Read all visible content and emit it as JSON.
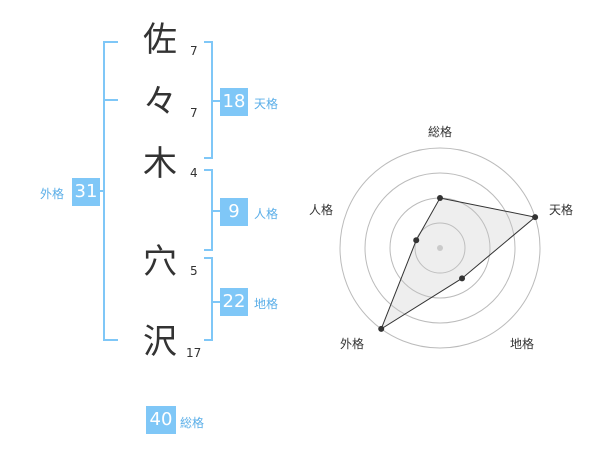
{
  "name": {
    "chars": [
      {
        "char": "佐",
        "strokes": "7"
      },
      {
        "char": "々",
        "strokes": "7"
      },
      {
        "char": "木",
        "strokes": "4"
      },
      {
        "char": "穴",
        "strokes": "5"
      },
      {
        "char": "沢",
        "strokes": "17"
      }
    ]
  },
  "scores": {
    "tenkaku": {
      "value": "18",
      "label": "天格"
    },
    "jinkaku": {
      "value": "9",
      "label": "人格"
    },
    "chikaku": {
      "value": "22",
      "label": "地格"
    },
    "gaikaku": {
      "value": "31",
      "label": "外格"
    },
    "soukaku": {
      "value": "40",
      "label": "総格"
    }
  },
  "chart_data": {
    "type": "radar",
    "axes": [
      "総格",
      "天格",
      "地格",
      "外格",
      "人格"
    ],
    "rings": 4,
    "range": [
      0,
      4
    ],
    "values": [
      2,
      4,
      1.5,
      4,
      1
    ],
    "grid": true
  },
  "colors": {
    "accent": "#7fc7f7",
    "bracket": "#7fc7f7",
    "label": "#5aaee8"
  }
}
